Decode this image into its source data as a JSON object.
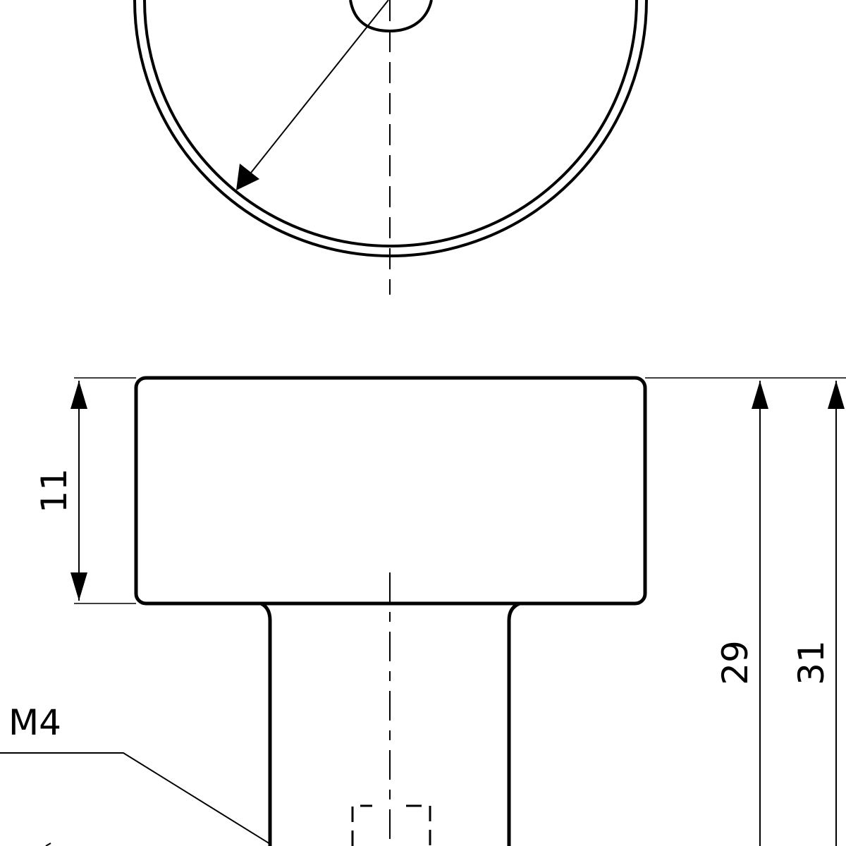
{
  "drawing": {
    "dimensions": {
      "knob_head_height": "11",
      "height_to_shaft_end": "29",
      "overall_height": "31"
    },
    "thread_callout": "M4"
  },
  "colors": {
    "line": "#000000",
    "background": "#ffffff"
  }
}
